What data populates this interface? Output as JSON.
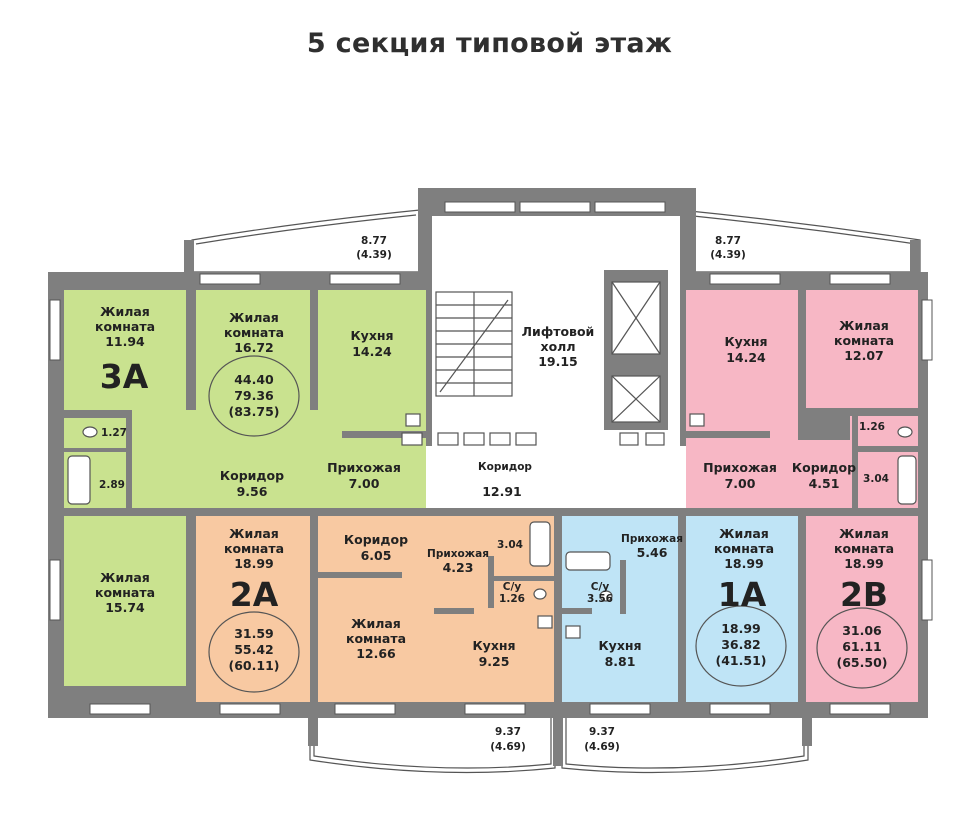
{
  "title": "5 секция типовой этаж",
  "colors": {
    "apt_3a": "#c9e28f",
    "apt_2a": "#f8c9a2",
    "apt_1a": "#bfe4f6",
    "apt_2b": "#f7b7c5",
    "common": "#ffffff",
    "wall": "#7f7f7f"
  },
  "apartments": {
    "a3a": {
      "code": "3А",
      "areas": [
        "44.40",
        "79.36",
        "(83.75)"
      ]
    },
    "a2a": {
      "code": "2А",
      "areas": [
        "31.59",
        "55.42",
        "(60.11)"
      ]
    },
    "a1a": {
      "code": "1А",
      "areas": [
        "18.99",
        "36.82",
        "(41.51)"
      ]
    },
    "a2b": {
      "code": "2В",
      "areas": [
        "31.06",
        "61.11",
        "(65.50)"
      ]
    }
  },
  "rooms": {
    "r1": {
      "name": [
        "Жилая",
        "комната"
      ],
      "area": "11.94"
    },
    "r2": {
      "name": [
        "Жилая",
        "комната"
      ],
      "area": "16.72"
    },
    "r3": {
      "name": [
        "Кухня"
      ],
      "area": "14.24"
    },
    "r4": {
      "name": [],
      "area": "1.27"
    },
    "r5": {
      "name": [],
      "area": "2.89"
    },
    "r6": {
      "name": [
        "Коридор"
      ],
      "area": "9.56"
    },
    "r7": {
      "name": [
        "Прихожая"
      ],
      "area": "7.00"
    },
    "r8": {
      "name": [
        "Жилая",
        "комната"
      ],
      "area": "15.74"
    },
    "r9": {
      "name": [
        "Лифтовой",
        "холл"
      ],
      "area": "19.15"
    },
    "r10": {
      "name": [
        "Коридор"
      ],
      "area": "12.91"
    },
    "r11": {
      "name": [
        "Кухня"
      ],
      "area": "14.24"
    },
    "r12": {
      "name": [
        "Жилая",
        "комната"
      ],
      "area": "12.07"
    },
    "r13": {
      "name": [],
      "area": "1.26"
    },
    "r14": {
      "name": [
        "Прихожая"
      ],
      "area": "7.00"
    },
    "r15": {
      "name": [
        "Коридор"
      ],
      "area": "4.51"
    },
    "r16": {
      "name": [],
      "area": "3.04"
    },
    "r17": {
      "name": [
        "Жилая",
        "комната"
      ],
      "area": "18.99"
    },
    "r18": {
      "name": [
        "Коридор"
      ],
      "area": "6.05"
    },
    "r19": {
      "name": [
        "Прихожая"
      ],
      "area": "4.23"
    },
    "r20": {
      "name": [],
      "area": "3.04"
    },
    "r21": {
      "name": [
        "С/у"
      ],
      "area": "1.26"
    },
    "r22": {
      "name": [
        "Жилая",
        "комната"
      ],
      "area": "12.66"
    },
    "r23": {
      "name": [
        "Кухня"
      ],
      "area": "9.25"
    },
    "r24": {
      "name": [
        "Прихожая"
      ],
      "area": "5.46"
    },
    "r25": {
      "name": [
        "С/у"
      ],
      "area": "3.56"
    },
    "r26": {
      "name": [
        "Кухня"
      ],
      "area": "8.81"
    },
    "r27": {
      "name": [
        "Жилая",
        "комната"
      ],
      "area": "18.99"
    },
    "r28": {
      "name": [
        "Жилая",
        "комната"
      ],
      "area": "18.99"
    }
  },
  "balconies": {
    "b1": {
      "area": "8.77",
      "reduced": "(4.39)"
    },
    "b2": {
      "area": "8.77",
      "reduced": "(4.39)"
    },
    "b3": {
      "area": "9.37",
      "reduced": "(4.69)"
    },
    "b4": {
      "area": "9.37",
      "reduced": "(4.69)"
    }
  }
}
